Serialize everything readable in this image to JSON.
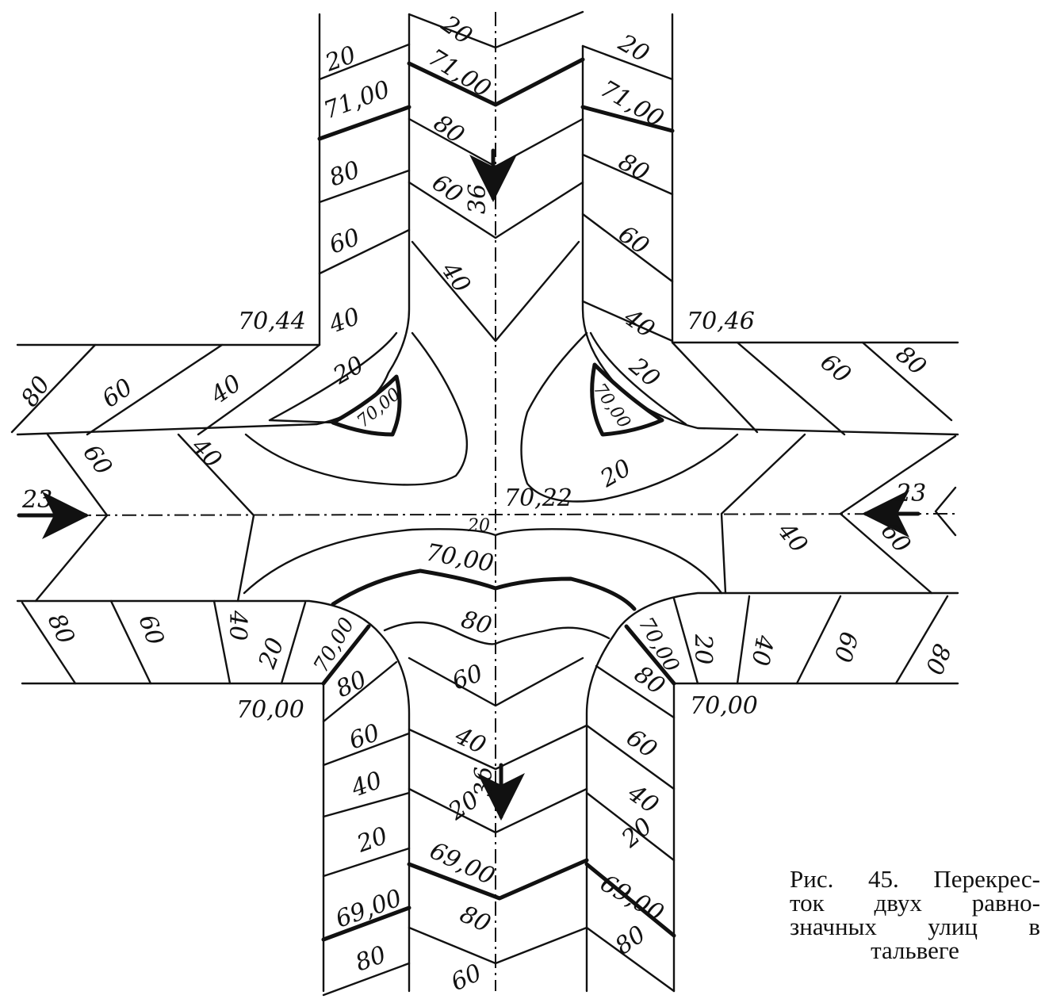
{
  "labels": {
    "n_20_top": "20",
    "n_71_top": "71,00",
    "n_80_top": "80",
    "n_36_top": "36",
    "n_60_top": "60",
    "n_40_top": "40",
    "nw_20": "20",
    "nw_71": "71,00",
    "nw_80": "80",
    "nw_60": "60",
    "nw_40": "40",
    "ne_20": "20",
    "ne_71": "71,00",
    "ne_80": "80",
    "ne_60": "60",
    "ne_40": "40",
    "corner_nw": "70,44",
    "corner_ne": "70,46",
    "corner_sw": "70,00",
    "corner_se": "70,00",
    "w_80": "80",
    "w_60": "60",
    "w_40": "40",
    "w_20": "20",
    "w_70": "70,00",
    "e_80": "80",
    "e_60": "60",
    "e_20": "20",
    "e_70": "70,00",
    "wm_60": "60",
    "wm_40": "40",
    "em_40": "40",
    "em_60": "60",
    "em_20": "20",
    "flow_w": "23",
    "flow_e": "23",
    "center": "70,22",
    "center_20": "20",
    "center_70": "70,00",
    "sw_80": "80",
    "sw_60": "60",
    "sw_40": "40",
    "sw_20": "20",
    "sw_70": "70,00",
    "se_70": "70,00",
    "se_20": "20",
    "se_40": "40",
    "se_60": "60",
    "se_80": "80",
    "s_80": "80",
    "s_60": "60",
    "s_40": "40",
    "s_36": "36",
    "s_20": "20",
    "s_69": "69,00",
    "s_80b": "80",
    "s_60b": "60",
    "sl_80": "80",
    "sl_60": "60",
    "sl_40": "40",
    "sl_20": "20",
    "sl_69": "69,00",
    "sl_80b": "80",
    "sr_80": "80",
    "sr_60": "60",
    "sr_40": "40",
    "sr_20": "20",
    "sr_69": "69,00",
    "sr_80b": "80"
  },
  "caption": {
    "line1": "Рис. 45. Перекрес-",
    "line2": "ток двух равно-",
    "line3": "значных улиц в",
    "line4": "тальвеге"
  }
}
